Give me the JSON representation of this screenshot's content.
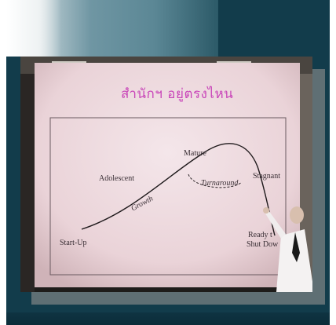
{
  "slide": {
    "title": "สำนักฯ อยู่ตรงไหน",
    "labels": {
      "mature": "Mature",
      "adolescent": "Adolescent",
      "turnaround": "Turnaround",
      "stagnant": "Stagnant",
      "growth": "Growth",
      "start_up": "Start-Up",
      "ready_line1": "Ready t",
      "ready_line2": "Shut Dow"
    }
  },
  "colors": {
    "frame": "#123c4b",
    "slide_title": "#c946b9"
  }
}
